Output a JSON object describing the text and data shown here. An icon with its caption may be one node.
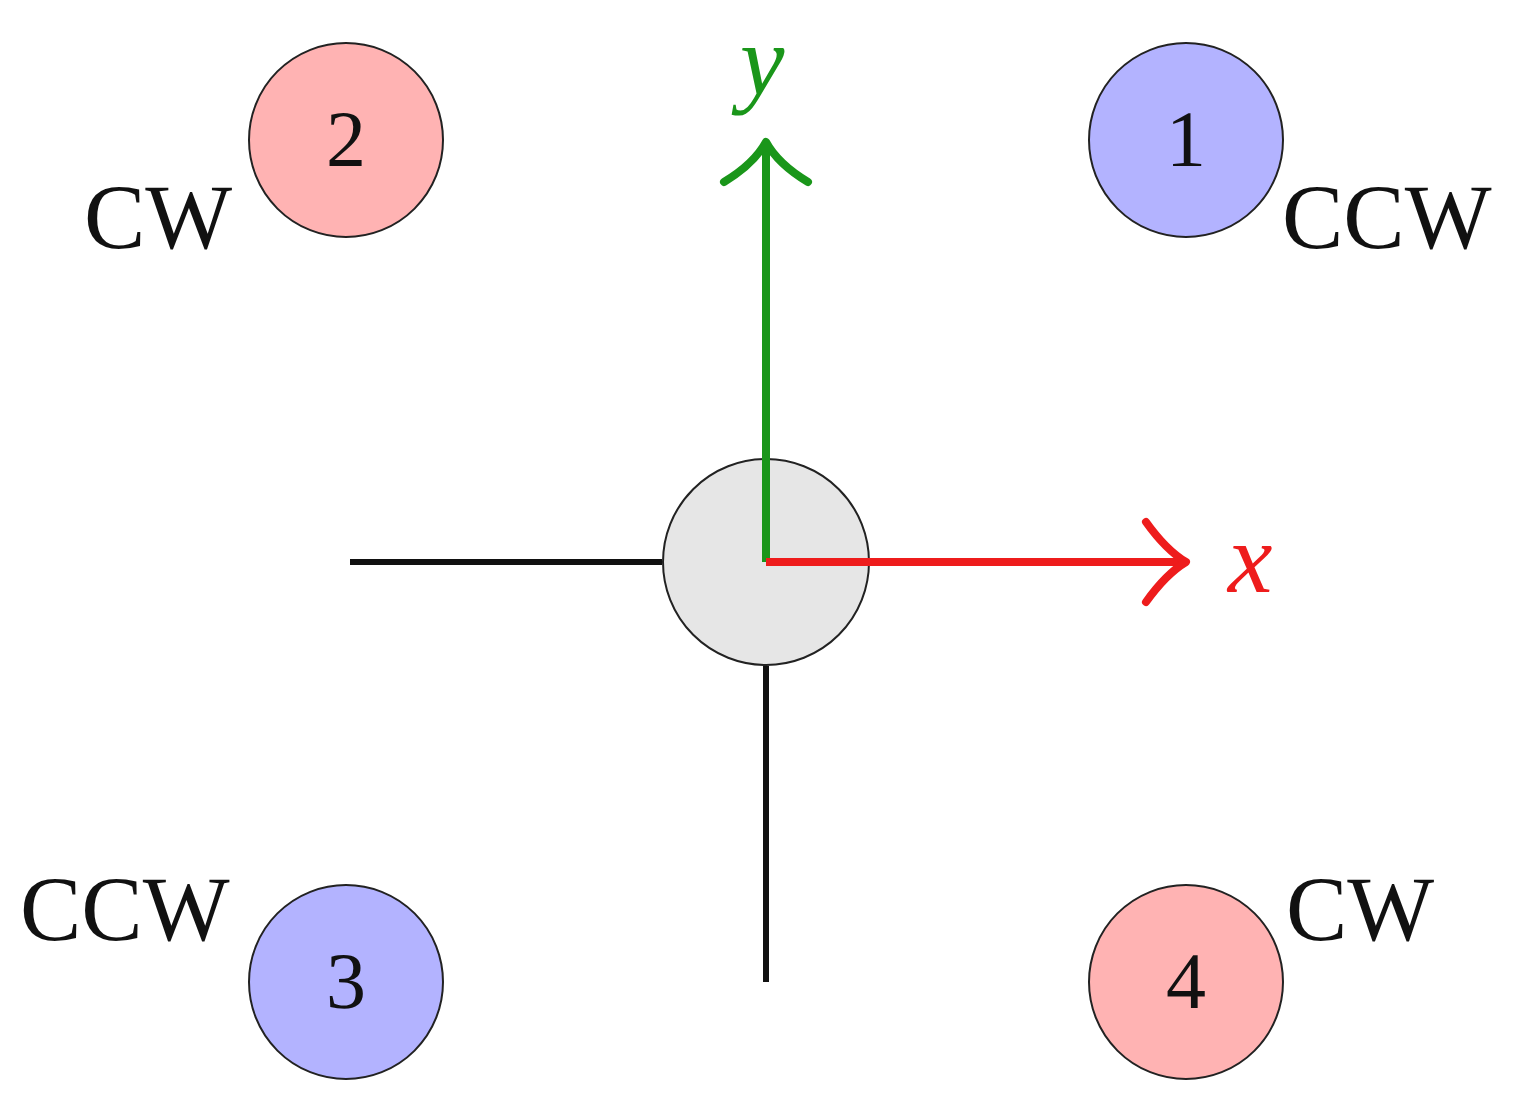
{
  "diagram": {
    "nodes": [
      {
        "text": [
          "2"
        ],
        "beside": [
          "CW"
        ]
      },
      {
        "text": [
          "1"
        ],
        "beside": [
          "CCW"
        ]
      },
      {
        "text": [],
        "shape": "circle"
      },
      {
        "text": [
          "3"
        ],
        "beside": [
          "CCW"
        ]
      },
      {
        "text": [
          "4"
        ],
        "beside": [
          "CW"
        ]
      }
    ],
    "labels": [
      "y",
      "x"
    ]
  }
}
